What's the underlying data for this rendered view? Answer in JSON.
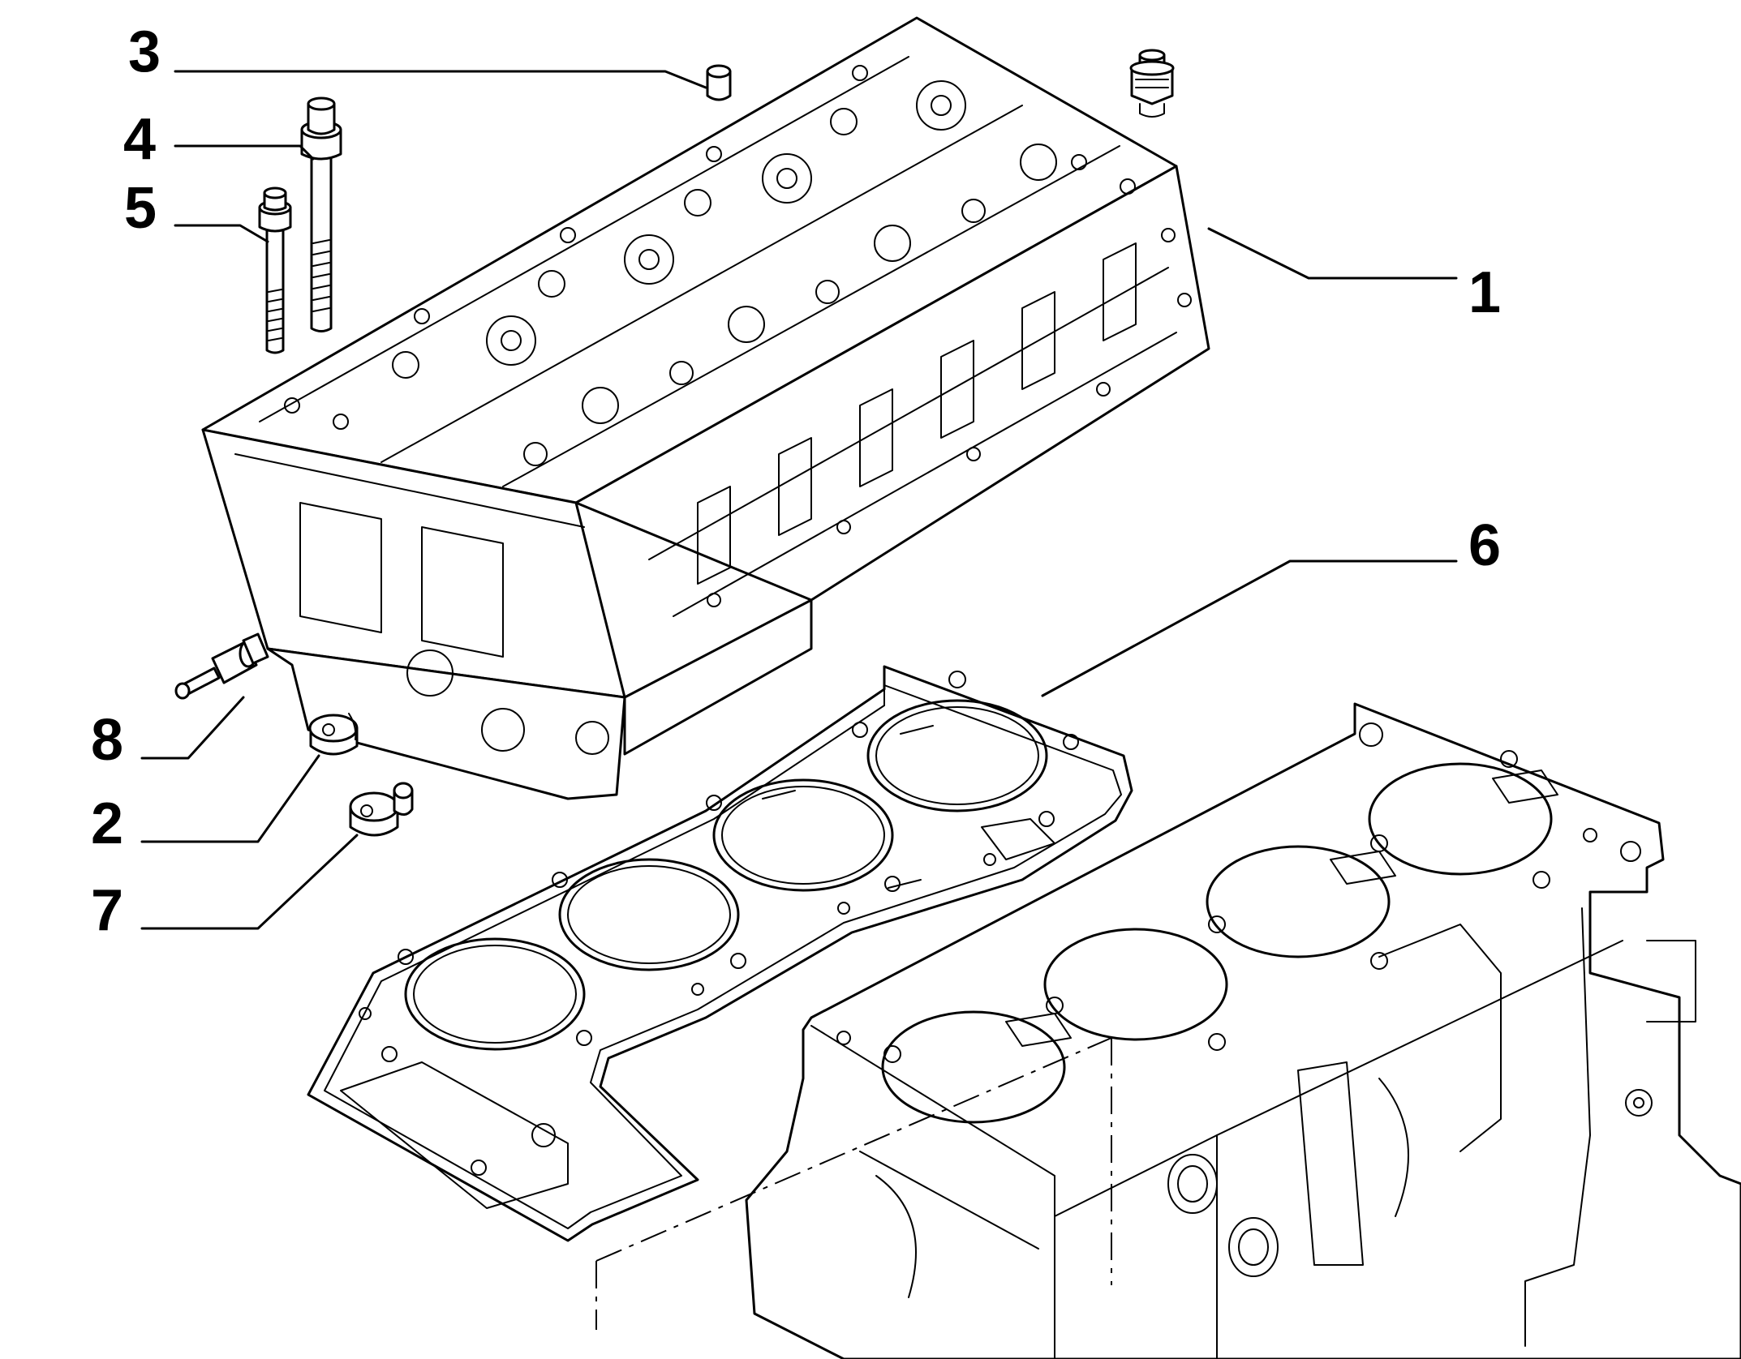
{
  "callouts": [
    {
      "id": "3",
      "label": "3"
    },
    {
      "id": "4",
      "label": "4"
    },
    {
      "id": "5",
      "label": "5"
    },
    {
      "id": "1",
      "label": "1"
    },
    {
      "id": "6",
      "label": "6"
    },
    {
      "id": "8",
      "label": "8"
    },
    {
      "id": "2",
      "label": "2"
    },
    {
      "id": "7",
      "label": "7"
    }
  ],
  "colors": {
    "line": "#000000",
    "background": "#ffffff"
  },
  "parts": [
    {
      "callout": "1",
      "icon": "cylinder-head-icon"
    },
    {
      "callout": "2",
      "icon": "plug-icon"
    },
    {
      "callout": "3",
      "icon": "dowel-pin-icon"
    },
    {
      "callout": "4",
      "icon": "long-bolt-icon"
    },
    {
      "callout": "5",
      "icon": "short-bolt-icon"
    },
    {
      "callout": "6",
      "icon": "head-gasket-icon"
    },
    {
      "callout": "7",
      "icon": "screw-plug-icon"
    },
    {
      "callout": "8",
      "icon": "nipple-fitting-icon"
    },
    {
      "callout": "",
      "icon": "engine-block-icon"
    },
    {
      "callout": "",
      "icon": "threaded-union-icon"
    }
  ]
}
